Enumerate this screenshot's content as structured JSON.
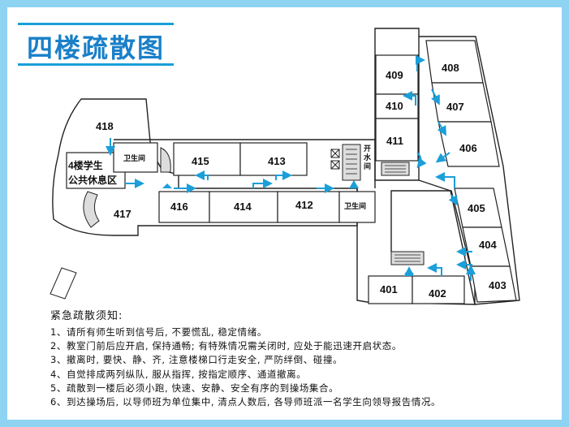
{
  "title": "四楼疏散图",
  "rooms": {
    "r401": "401",
    "r402": "402",
    "r403": "403",
    "r404": "404",
    "r405": "405",
    "r406": "406",
    "r407": "407",
    "r408": "408",
    "r409": "409",
    "r410": "410",
    "r411": "411",
    "r412": "412",
    "r413": "413",
    "r414": "414",
    "r415": "415",
    "r416": "416",
    "r417": "417",
    "r418": "418"
  },
  "labels": {
    "restroom_left": "卫生间",
    "restroom_mid": "卫生间",
    "lounge_line1": "4楼学生",
    "lounge_line2": "公共休息区",
    "water_1": "开",
    "water_2": "水",
    "water_3": "间"
  },
  "notice": {
    "heading": "紧急疏散须知:",
    "items": [
      "1、请所有师生听到信号后, 不要慌乱, 稳定情绪。",
      "2、教室门前后应开启, 保持通畅; 有特殊情况需关闭时, 应处于能迅速开启状态。",
      "3、撤离时, 要快、静、齐, 注意楼梯口行走安全, 严防绊倒、碰撞。",
      "4、自觉排成两列纵队, 服从指挥, 按指定顺序、通道撤离。",
      "5、疏散到一楼后必须小跑, 快速、安静、安全有序的到操场集合。",
      "6、到达操场后, 以导师班为单位集中, 清点人数后, 各导师班派一名学生向领导报告情况。"
    ]
  },
  "colors": {
    "frame": "#8fd3f3",
    "title": "#1a7fc8",
    "arrow": "#1a9fd9"
  }
}
